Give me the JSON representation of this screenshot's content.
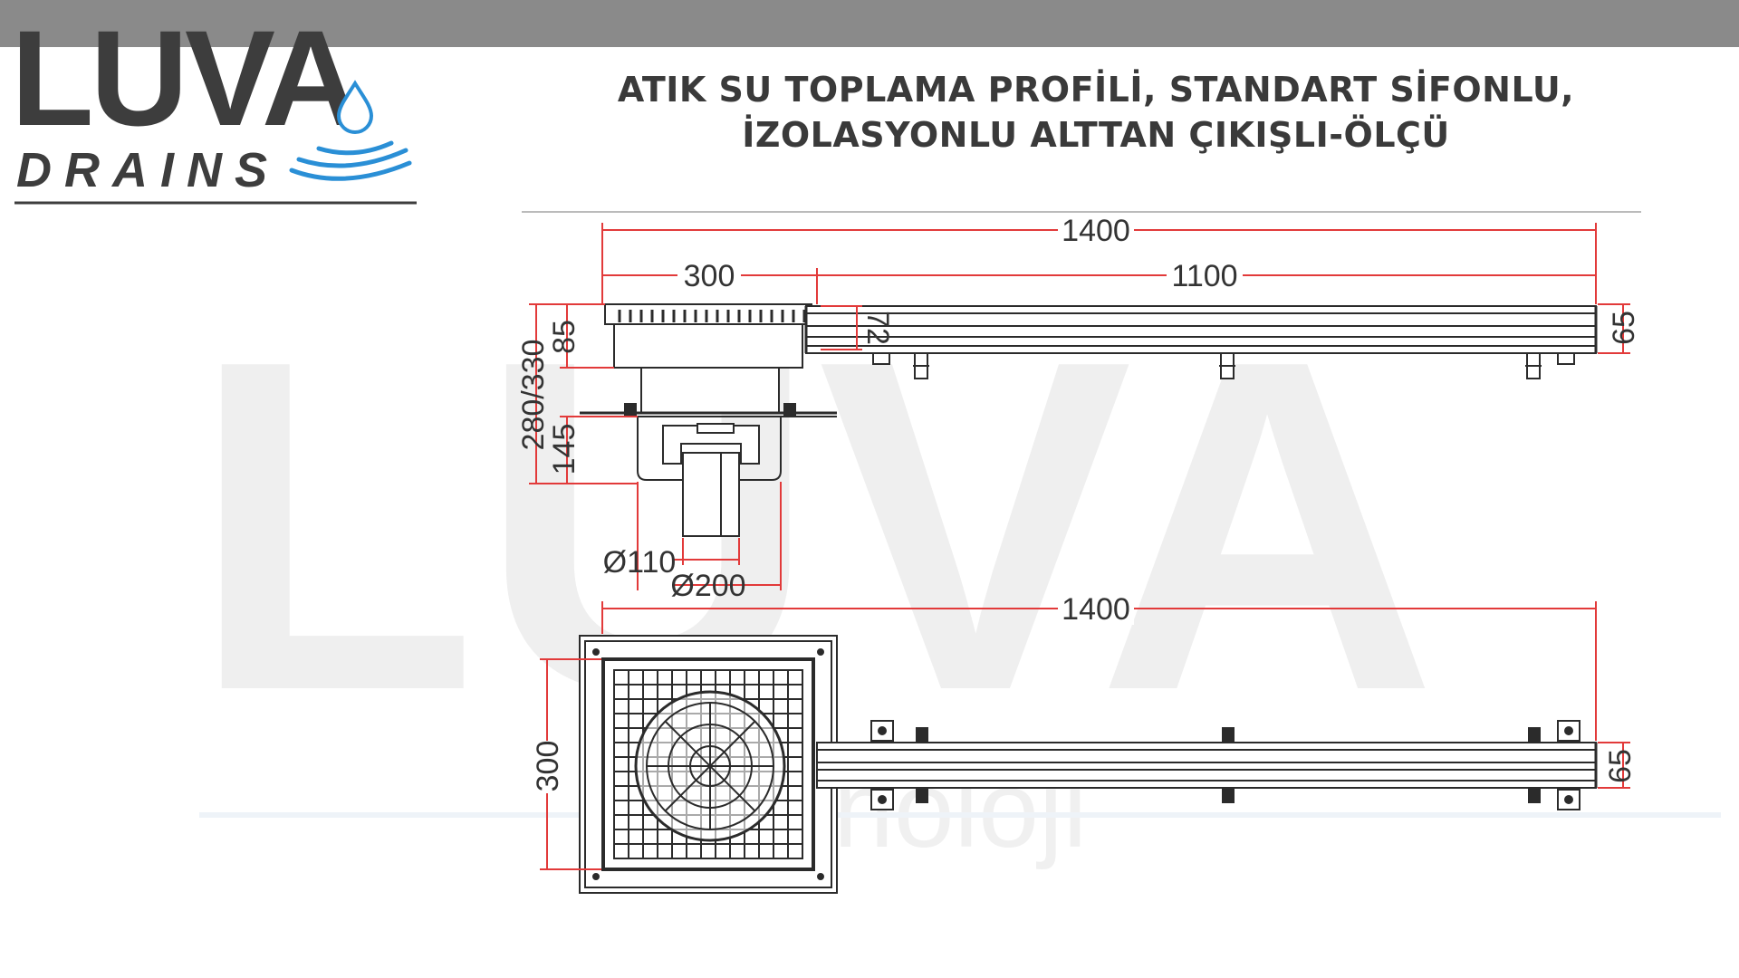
{
  "brand": {
    "logo_word": "LUVA",
    "logo_sub": "DRAINS",
    "watermark_word": "LUVA",
    "watermark_sub": "teknoloji",
    "accent_color": "#2a8fd6"
  },
  "title": {
    "line1": "ATIK SU TOPLAMA PROFİLİ, STANDART SİFONLU,",
    "line2": "İZOLASYONLU ALTTAN ÇIKIŞLI-ÖLÇÜ"
  },
  "dimensions": {
    "side_total_length": "1400",
    "side_box_width": "300",
    "side_channel_length": "1100",
    "side_grate_height": "85",
    "side_total_height": "280/330",
    "side_trap_height": "145",
    "side_channel_inner": "72",
    "side_channel_height": "65",
    "outlet_small": "Ø110",
    "outlet_large": "Ø200",
    "plan_total_length": "1400",
    "plan_box_width": "300",
    "plan_channel_height": "65"
  },
  "colors": {
    "dimension_line": "#e23a3a",
    "drawing_line": "#2b2b2b",
    "watermark": "#eeeeee"
  }
}
